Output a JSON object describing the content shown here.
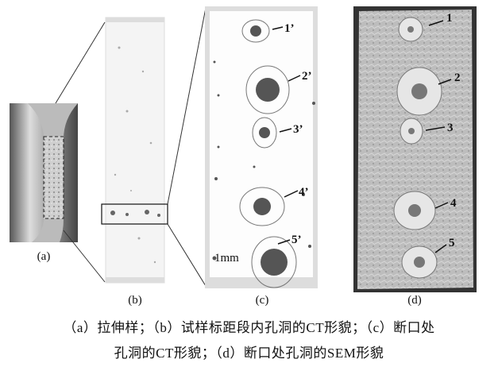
{
  "panels": {
    "a": {
      "label": "(a)"
    },
    "b": {
      "label": "(b)"
    },
    "c": {
      "label": "(c)",
      "markers": [
        "1’",
        "2’",
        "3’",
        "4’",
        "5’"
      ],
      "scale": "1mm"
    },
    "d": {
      "label": "(d)",
      "markers": [
        "1",
        "2",
        "3",
        "4",
        "5"
      ]
    }
  },
  "caption": {
    "line1": "（a）拉伸样；（b）试样标距段内孔洞的CT形貌；（c）断口处",
    "line2": "孔洞的CT形貌；（d）断口处孔洞的SEM形貌"
  }
}
